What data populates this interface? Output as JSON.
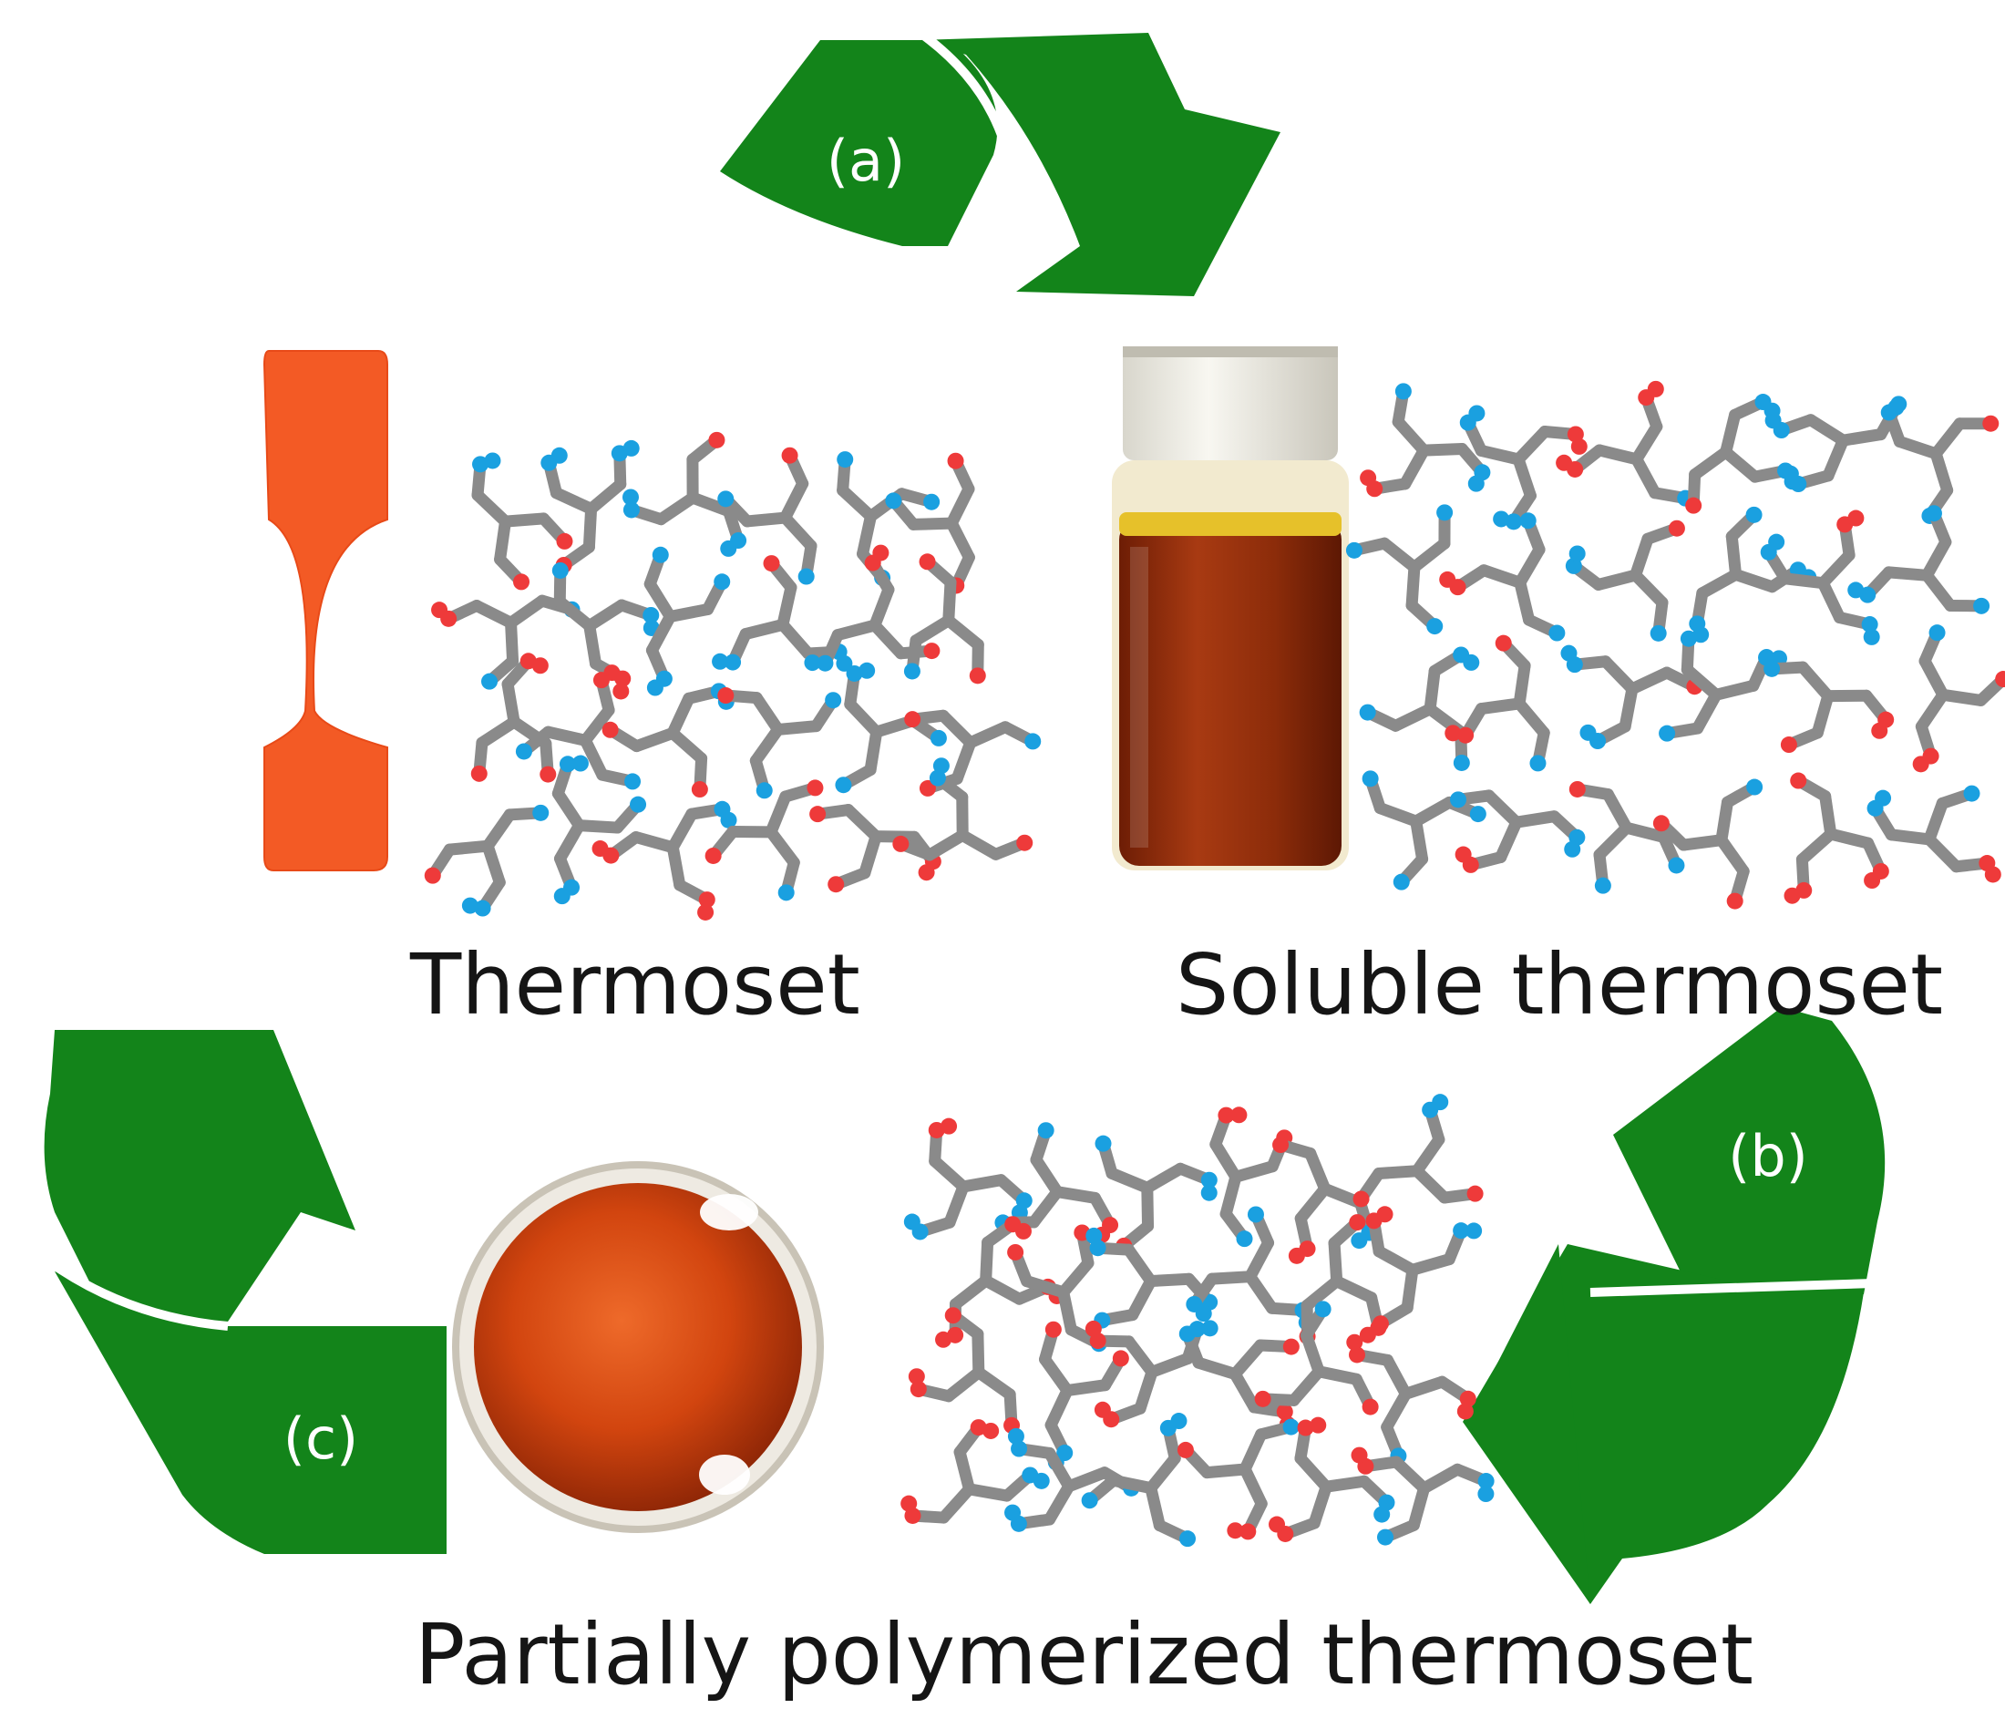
{
  "labels": {
    "thermoset": "Thermoset",
    "soluble": "Soluble thermoset",
    "partial": "Partially polymerized thermoset"
  },
  "arrows": {
    "a": "(a)",
    "b": "(b)",
    "c": "(c)"
  },
  "colors": {
    "arrow_green": "#13841a",
    "bond_gray": "#8a8a8a",
    "oxygen_red": "#ee3a3a",
    "nitrogen_blue": "#1aa0e0",
    "dogbone_orange": "#f35a25",
    "liquid_brown": "#8a2a08"
  }
}
